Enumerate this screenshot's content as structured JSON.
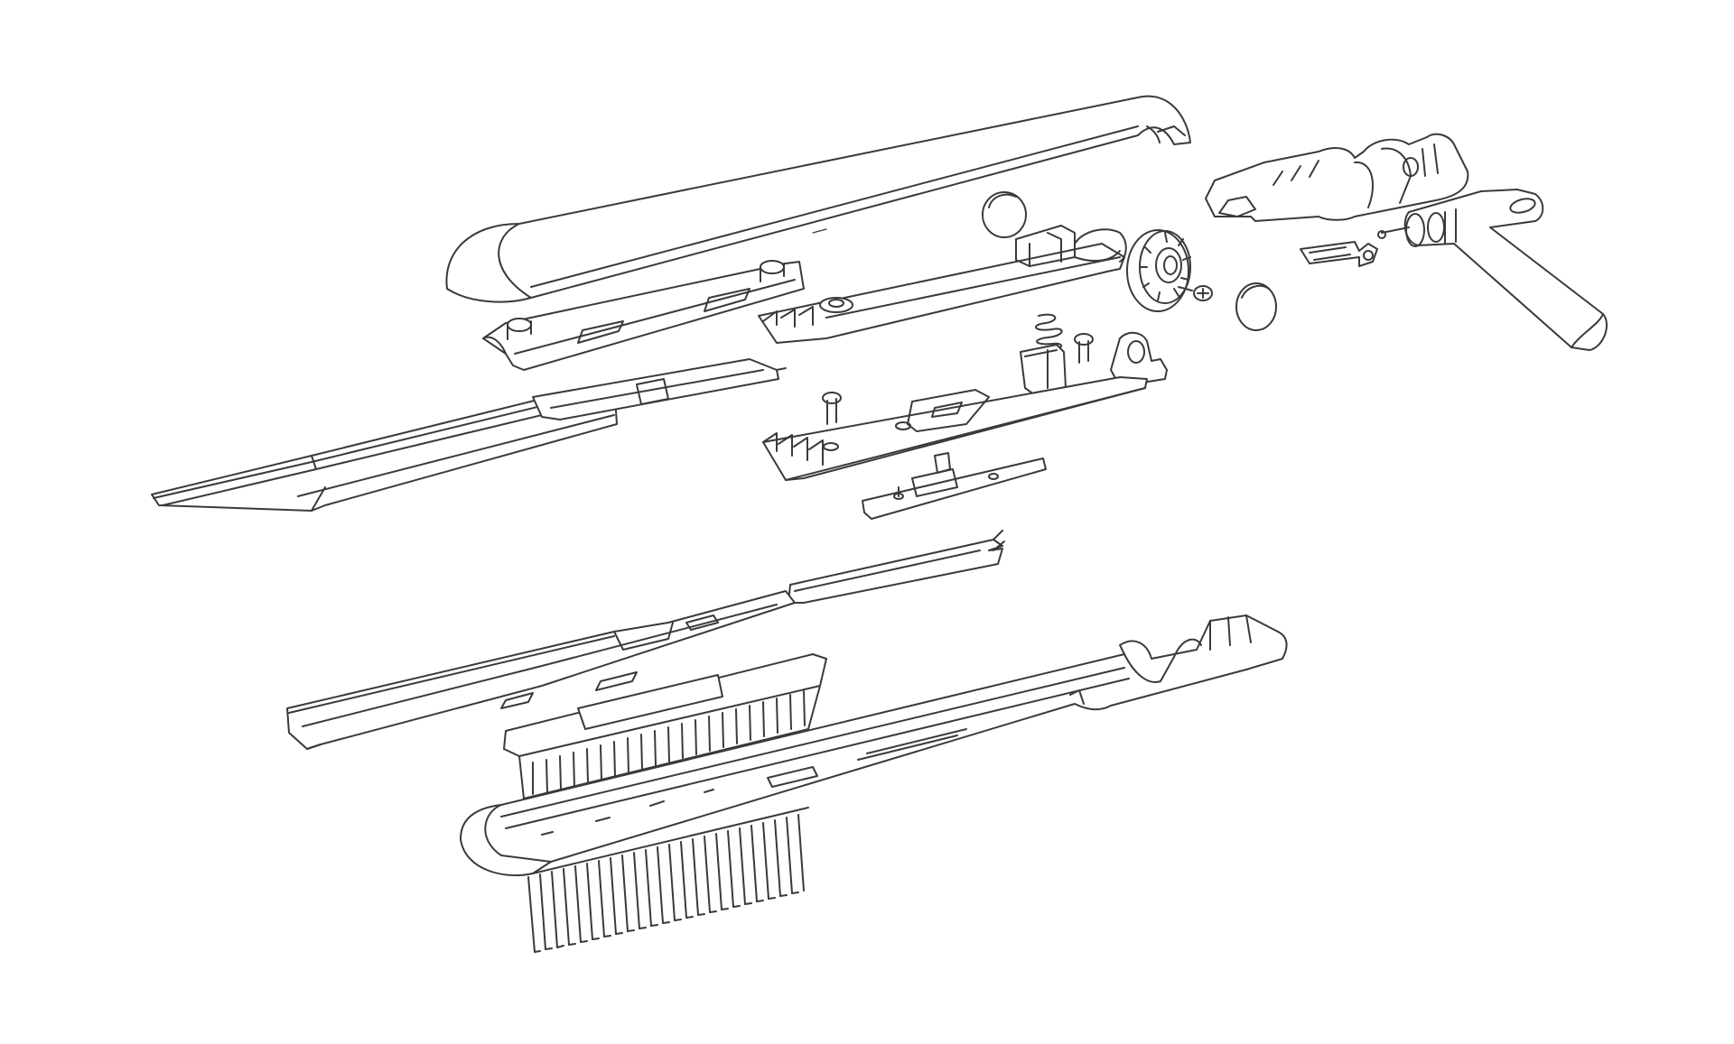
{
  "figure": {
    "kind": "exploded-view line drawing",
    "background_color": "#ffffff",
    "line_color": "#3a3a3a",
    "parts": [
      "upper-housing-shell",
      "end-cap-hinge-housing",
      "power-cord-strain-relief",
      "cord-terminal-connector",
      "round-button-cap-left",
      "round-button-cap-right",
      "upper-heater-bracket",
      "control-board-upper",
      "rotary-dial",
      "dial-screw",
      "long-rail-upper",
      "heating-plate-upper-strip",
      "spring",
      "switch-block",
      "screw-left",
      "screw-right",
      "hinge-mount",
      "main-pcb-with-heatsink",
      "switch-sub-board",
      "heating-strip-lower",
      "lower-plate-carrier",
      "upper-comb-insert",
      "lower-housing-shell",
      "lower-comb-teeth"
    ]
  }
}
